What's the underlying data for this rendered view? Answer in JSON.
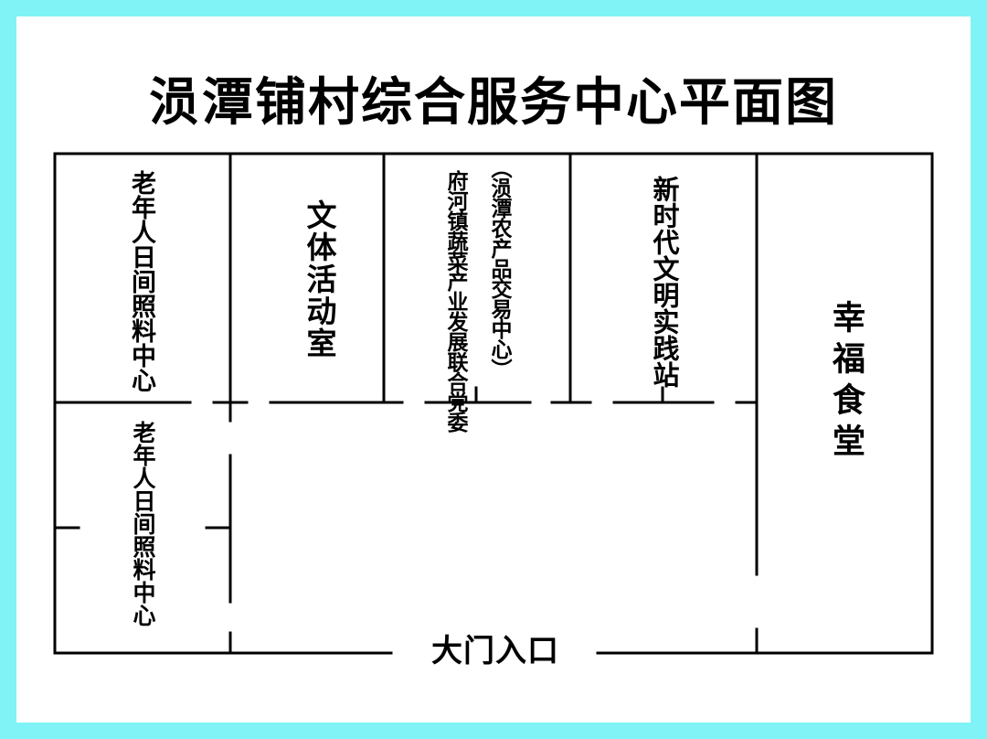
{
  "title": "涢潭铺村综合服务中心平面图",
  "colors": {
    "border": "#7ff3f6",
    "background": "#ffffff",
    "line": "#000000"
  },
  "rooms": {
    "elderly_care_top": "老年人日间照料中心",
    "culture_room": "文体活动室",
    "trade_center": "（涢潭农产品交易中心）",
    "party_committee": "府河镇蔬菜产业发展联合党委",
    "civilization_station": "新时代文明实践站",
    "canteen": "幸福食堂",
    "elderly_care_bottom": "老年人日间照料中心"
  },
  "entrance": "大门入口"
}
